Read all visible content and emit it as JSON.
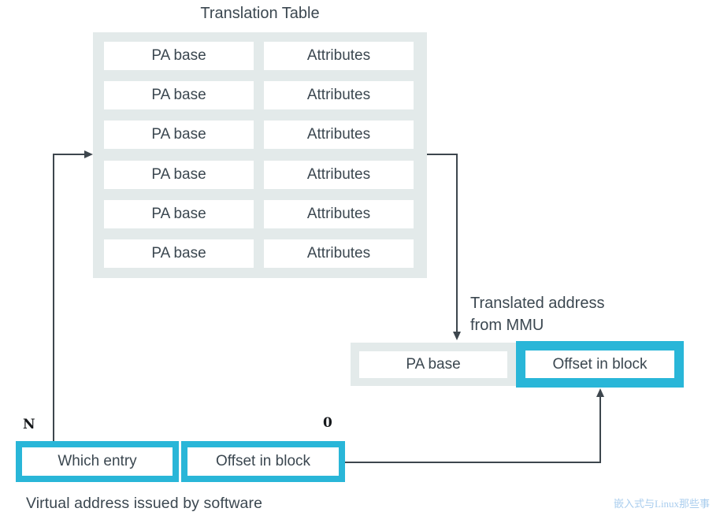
{
  "title": "Translation Table",
  "translation_table": {
    "rows": [
      {
        "pa_base": "PA base",
        "attributes": "Attributes"
      },
      {
        "pa_base": "PA base",
        "attributes": "Attributes"
      },
      {
        "pa_base": "PA base",
        "attributes": "Attributes"
      },
      {
        "pa_base": "PA base",
        "attributes": "Attributes"
      },
      {
        "pa_base": "PA base",
        "attributes": "Attributes"
      },
      {
        "pa_base": "PA base",
        "attributes": "Attributes"
      }
    ]
  },
  "translated_address": {
    "caption_line1": "Translated address",
    "caption_line2": "from MMU",
    "pa_base": "PA base",
    "offset_in_block": "Offset in block"
  },
  "virtual_address": {
    "bit_high": "N",
    "bit_low": "0",
    "which_entry": "Which entry",
    "offset_in_block": "Offset in block",
    "caption": "Virtual address issued by software"
  },
  "watermark": "嵌入式与Linux那些事",
  "colors": {
    "accent_cyan": "#29b6d8",
    "panel_gray": "#e3eaea",
    "text_dark": "#3b4750",
    "connector": "#3d464d",
    "watermark_blue": "#a9cdee"
  }
}
